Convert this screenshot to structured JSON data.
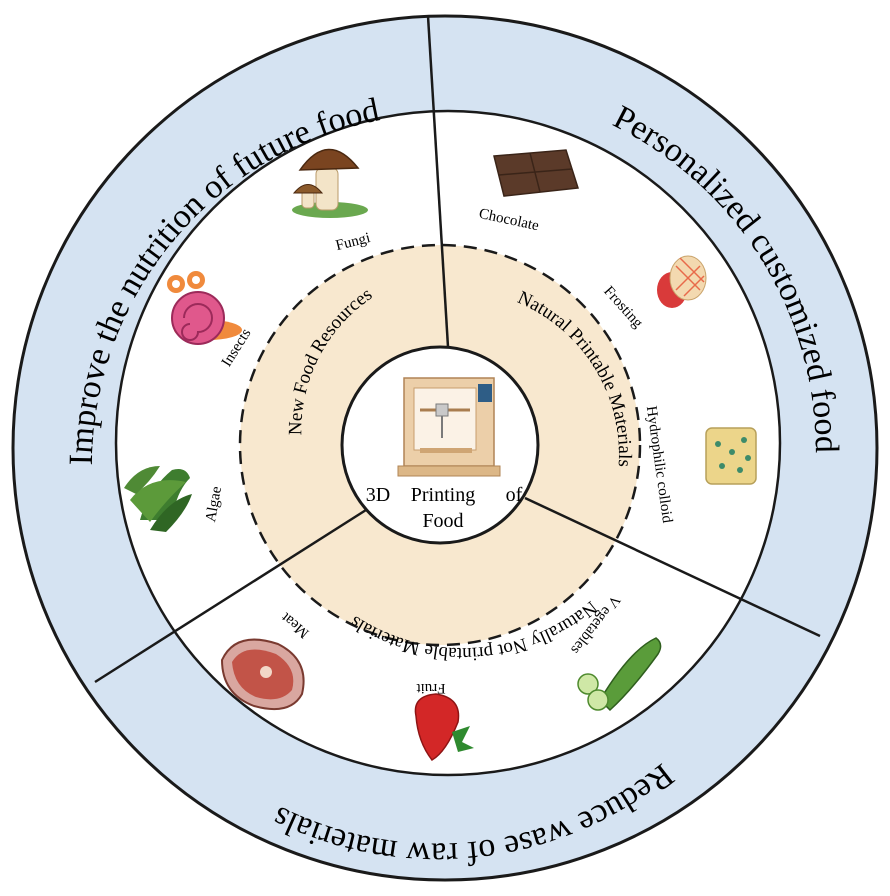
{
  "outer_ring": {
    "left": "Improve the nutrition of future food",
    "right": "Personalized customized food",
    "bottom": "Reduce wase of raw materials"
  },
  "middle_ring": {
    "left": "New Food Resources",
    "right": "Natural Printable Materials",
    "bottom": "Naturally Not printable Materials"
  },
  "center": {
    "line1_a": "3D",
    "line1_b": "Printing",
    "line1_c": "of",
    "line2": "Food"
  },
  "items": {
    "fungi": "Fungi",
    "insects": "Insects",
    "algae": "Algae",
    "chocolate": "Chocolate",
    "frosting": "Frosting",
    "hydrophilic": "Hydrophilic colloid",
    "meat": "Meat",
    "fruit": "Fruit",
    "vegetables": "V egetables"
  },
  "colors": {
    "outer_ring": "#d5e3f2",
    "inner_disc": "#f8e8cf",
    "center_disc": "#ffffff",
    "stroke": "#1a1a1a"
  }
}
